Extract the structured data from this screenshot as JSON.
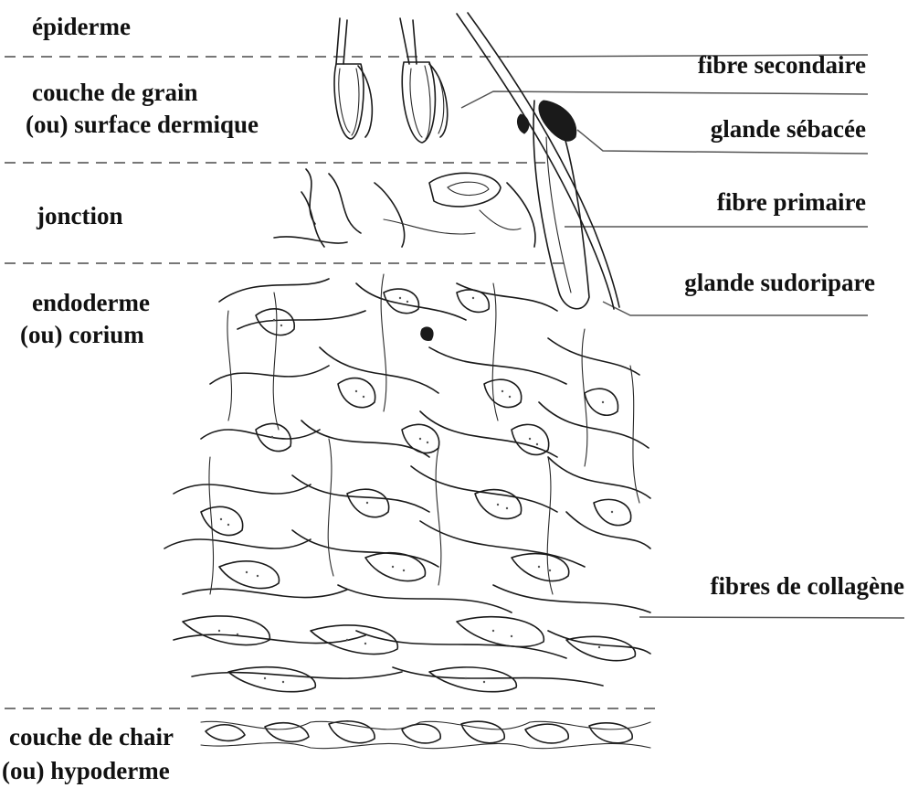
{
  "left_labels": {
    "epidermis": "épiderme",
    "grain_layer_1": "couche de grain",
    "grain_layer_2": "(ou) surface dermique",
    "junction": "jonction",
    "corium_1": "endoderme",
    "corium_2": "(ou) corium",
    "flesh_layer_1": "couche de chair",
    "flesh_layer_2": "(ou) hypoderme"
  },
  "right_labels": {
    "secondary_fibre": "fibre secondaire",
    "sebaceous_gland": "glande sébacée",
    "primary_fibre": "fibre primaire",
    "sweat_gland": "glande sudoripare",
    "collagen_fibres": "fibres de collagène"
  },
  "colors": {
    "ink": "#1a1a1a",
    "divider": "#777777",
    "background": "#ffffff"
  }
}
